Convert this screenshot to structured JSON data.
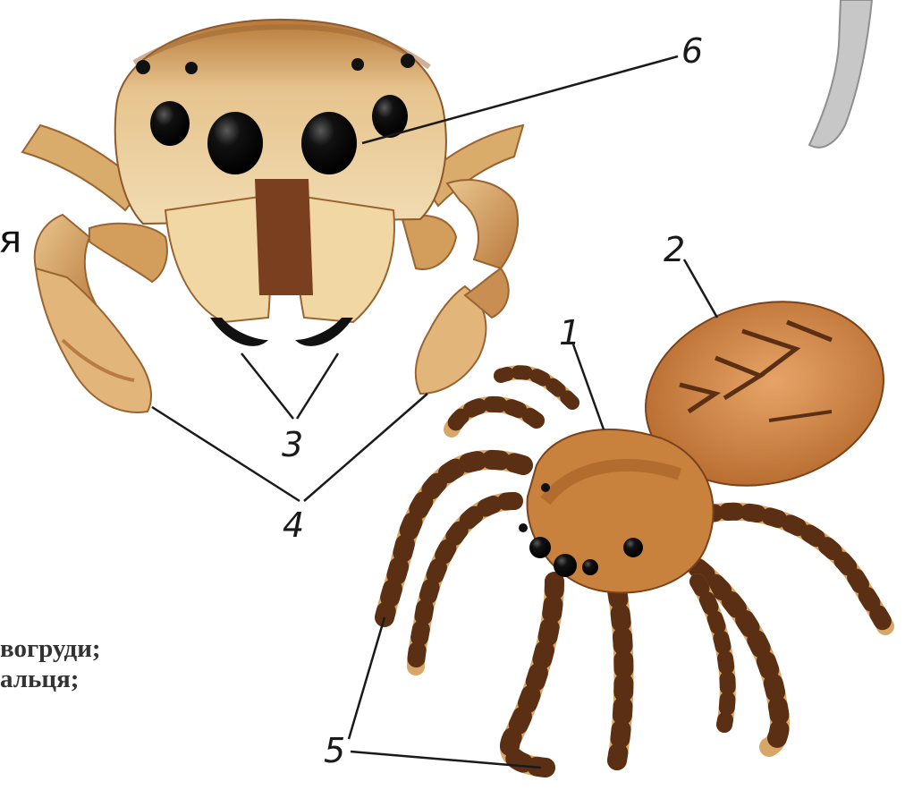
{
  "labels": {
    "cephalothorax": "1",
    "abdomen": "2",
    "chelicerae": "3",
    "pedipalps": "4",
    "walking_legs": "5",
    "eyes": "6"
  },
  "slide_text_fragment": "я",
  "caption_lines": [
    "вогруди;",
    "альця;"
  ],
  "colors": {
    "fur_light": "#e8c48a",
    "fur_mid": "#c8894a",
    "fur_dark": "#6b3a1c",
    "eye": "#0d0d0d",
    "line": "#1a1a1a",
    "grey_shape": "#c7c7c7"
  }
}
